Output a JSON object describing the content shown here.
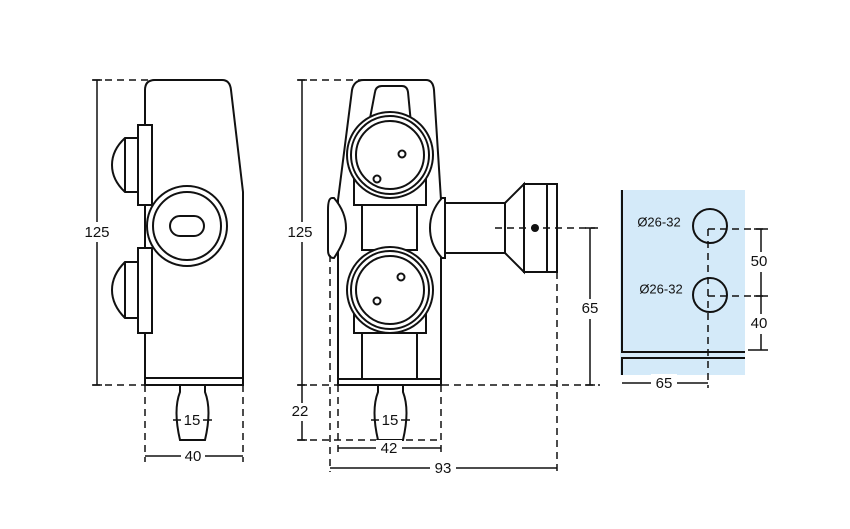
{
  "side_view": {
    "height": "125",
    "knob_width": "15",
    "depth": "40"
  },
  "front_view": {
    "height": "125",
    "arm_height": "65",
    "knob_height": "22",
    "knob_width": "15",
    "body_width": "42",
    "total_width": "93"
  },
  "glass_view": {
    "hole_top": "Ø26-32",
    "hole_bottom": "Ø26-32",
    "hole_spacing": "50",
    "bottom_offset": "40",
    "edge_offset": "65"
  },
  "colors": {
    "glass": "#d4eaf9",
    "line": "#111111"
  }
}
